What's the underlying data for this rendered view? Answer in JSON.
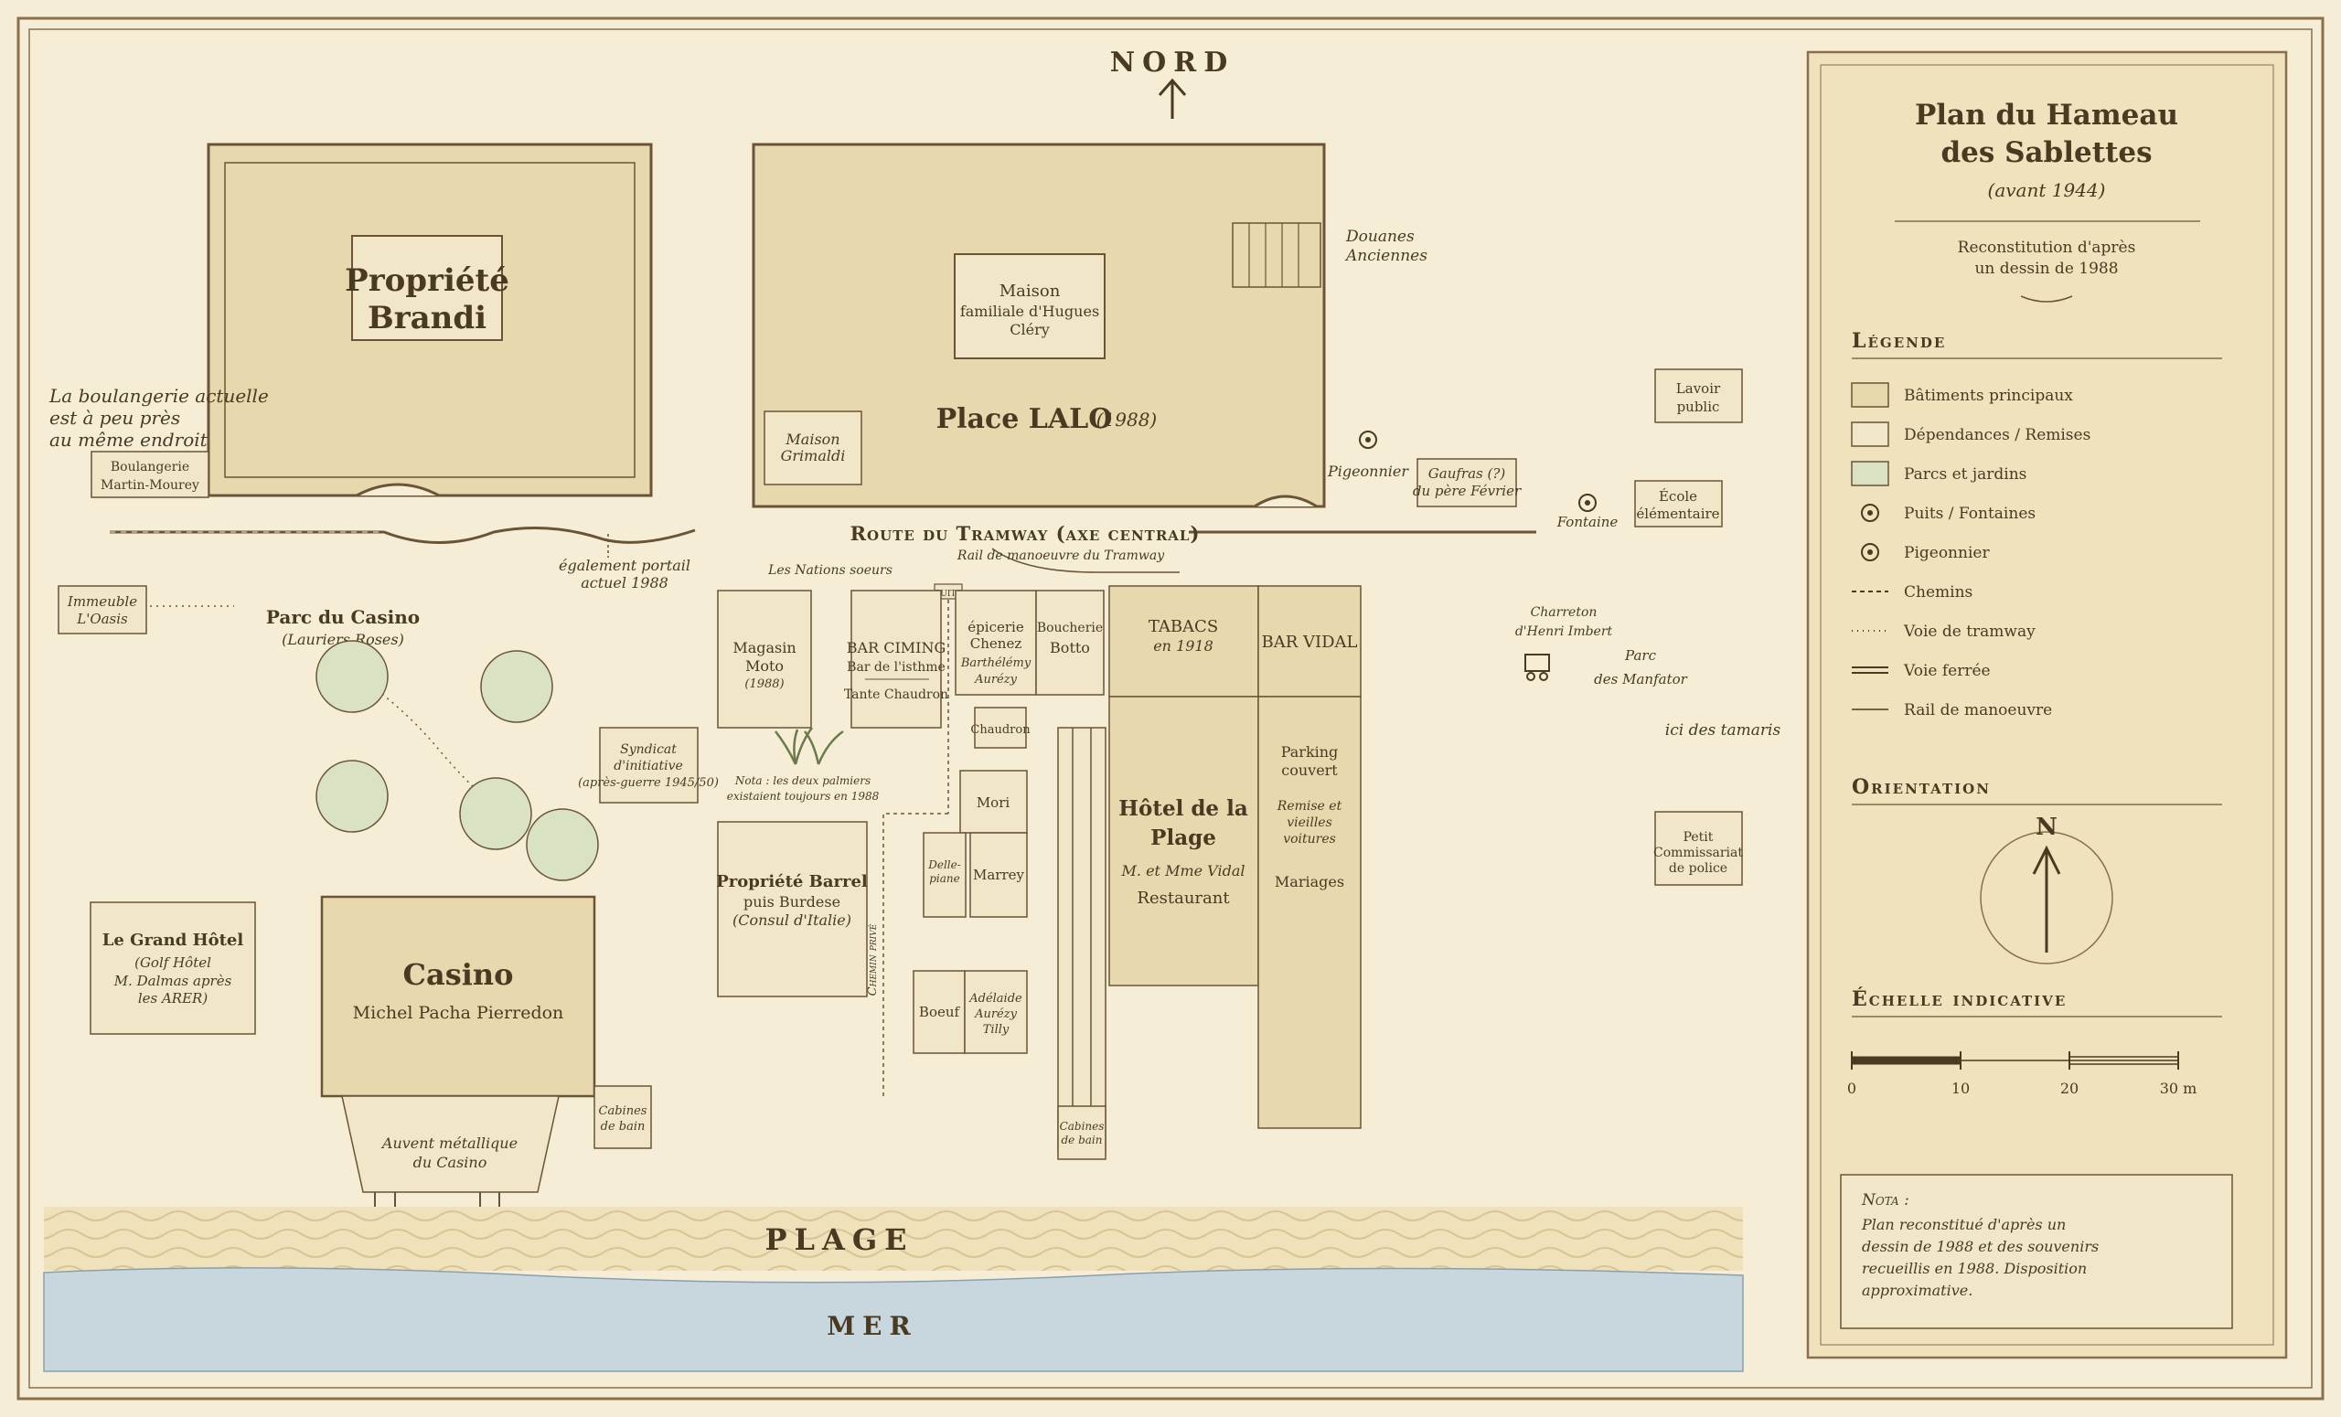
{
  "title": {
    "line1": "Plan du Hameau",
    "line2": "des Sablettes",
    "subtitle": "(avant 1944)",
    "reconst1": "Reconstitution d'après",
    "reconst2": "un dessin de 1988"
  },
  "north_label": "NORD",
  "legend": {
    "heading": "Légende",
    "items": [
      {
        "label": "Bâtiments principaux",
        "color": "#e8d8ad"
      },
      {
        "label": "Dépendances / Remises",
        "color": "#f2e6c8"
      },
      {
        "label": "Parcs et jardins",
        "color": "#d9e3c4"
      },
      {
        "label": "Puits / Fontaines",
        "icon": "well-icon"
      },
      {
        "label": "Pigeonnier",
        "icon": "pigeonnier-icon"
      },
      {
        "label": "Chemins",
        "icon": "dashed-line"
      },
      {
        "label": "Voie de tramway",
        "icon": "dotted-line"
      },
      {
        "label": "Voie ferrée",
        "icon": "double-line"
      },
      {
        "label": "Rail de manoeuvre",
        "icon": "thin-line"
      }
    ]
  },
  "orientation": {
    "heading": "Orientation",
    "n": "N"
  },
  "scale": {
    "heading": "Échelle indicative",
    "ticks": [
      "0",
      "10",
      "20",
      "30 m"
    ]
  },
  "nota": {
    "heading": "Nota :",
    "lines": [
      "Plan reconstitué d'après un",
      "dessin de 1988 et des souvenirs",
      "recueillis en 1988. Disposition",
      "approximative."
    ]
  },
  "map": {
    "brandi": [
      "Propriété",
      "Brandi"
    ],
    "boulangerie_note": [
      "La boulangerie actuelle",
      "est à peu près",
      "au même endroit"
    ],
    "boulangerie": [
      "Boulangerie",
      "Martin-Mourey"
    ],
    "maison_clery": [
      "Maison",
      "familiale d'Hugues",
      "Cléry"
    ],
    "place_lalo": "Place LALO",
    "place_lalo_year": "(1988)",
    "maison_grimaldi": [
      "Maison",
      "Grimaldi"
    ],
    "douanes": [
      "Douanes",
      "Anciennes"
    ],
    "lavoir": [
      "Lavoir",
      "public"
    ],
    "pigeonnier": "Pigeonnier",
    "gaufras": [
      "Gaufras (?)",
      "du père Février"
    ],
    "fontaine": "Fontaine",
    "ecole": [
      "École",
      "élémentaire"
    ],
    "route": "Route du Tramway (axe central)",
    "rail": "Rail de manoeuvre du Tramway",
    "portail": [
      "également portail",
      "actuel 1988"
    ],
    "nations": "Les Nations soeurs",
    "puits": "PUITS",
    "oasis": [
      "Immeuble",
      "L'Oasis"
    ],
    "parc_casino": "Parc du Casino",
    "lauriers": "(Lauriers Roses)",
    "magasin_moto": [
      "Magasin",
      "Moto",
      "(1988)"
    ],
    "bar_ciming": [
      "BAR CIMING",
      "Bar de l'isthme",
      "Tante Chaudron"
    ],
    "epicerie": [
      "épicerie",
      "Chenez",
      "Barthélémy",
      "Aurézy"
    ],
    "boucherie": [
      "Boucherie",
      "Botto"
    ],
    "tabacs": [
      "TABACS",
      "en 1918"
    ],
    "bar_vidal": "BAR VIDAL",
    "charreton": [
      "Charreton",
      "d'Henri Imbert"
    ],
    "parc_manfator": [
      "Parc",
      "des Manfator"
    ],
    "tamaris": "ici des tamaris",
    "syndicat": [
      "Syndicat",
      "d'initiative",
      "(après-guerre 1945/50)"
    ],
    "palm_note": [
      "Nota : les deux palmiers",
      "existaient toujours en 1988"
    ],
    "chaudron": "Chaudron",
    "mori": "Mori",
    "delle_piane": [
      "Delle-",
      "piane"
    ],
    "marrey": "Marrey",
    "hotel_plage": [
      "Hôtel de la",
      "Plage",
      "M. et Mme Vidal",
      "Restaurant"
    ],
    "parking": [
      "Parking",
      "couvert",
      "Remise et",
      "vieilles",
      "voitures",
      "Mariages"
    ],
    "petit_commissariat": [
      "Petit",
      "Commissariat",
      "de police"
    ],
    "grand_hotel": [
      "Le Grand Hôtel",
      "(Golf Hôtel",
      "M. Dalmas après",
      "les ARER)"
    ],
    "casino": [
      "Casino",
      "Michel Pacha Pierredon"
    ],
    "barrel": [
      "Propriété Barrel",
      "puis Burdese",
      "(Consul d'Italie)"
    ],
    "chemin_prive": "Chemin privé",
    "boeuf": "Boeuf",
    "adelaide": [
      "Adélaide",
      "Aurézy",
      "Tilly"
    ],
    "cabines1": [
      "Cabines",
      "de bain"
    ],
    "cabines2": [
      "Cabines",
      "de bain"
    ],
    "auvent": [
      "Auvent métallique",
      "du Casino"
    ],
    "plage": "PLAGE",
    "mer": "MER"
  }
}
